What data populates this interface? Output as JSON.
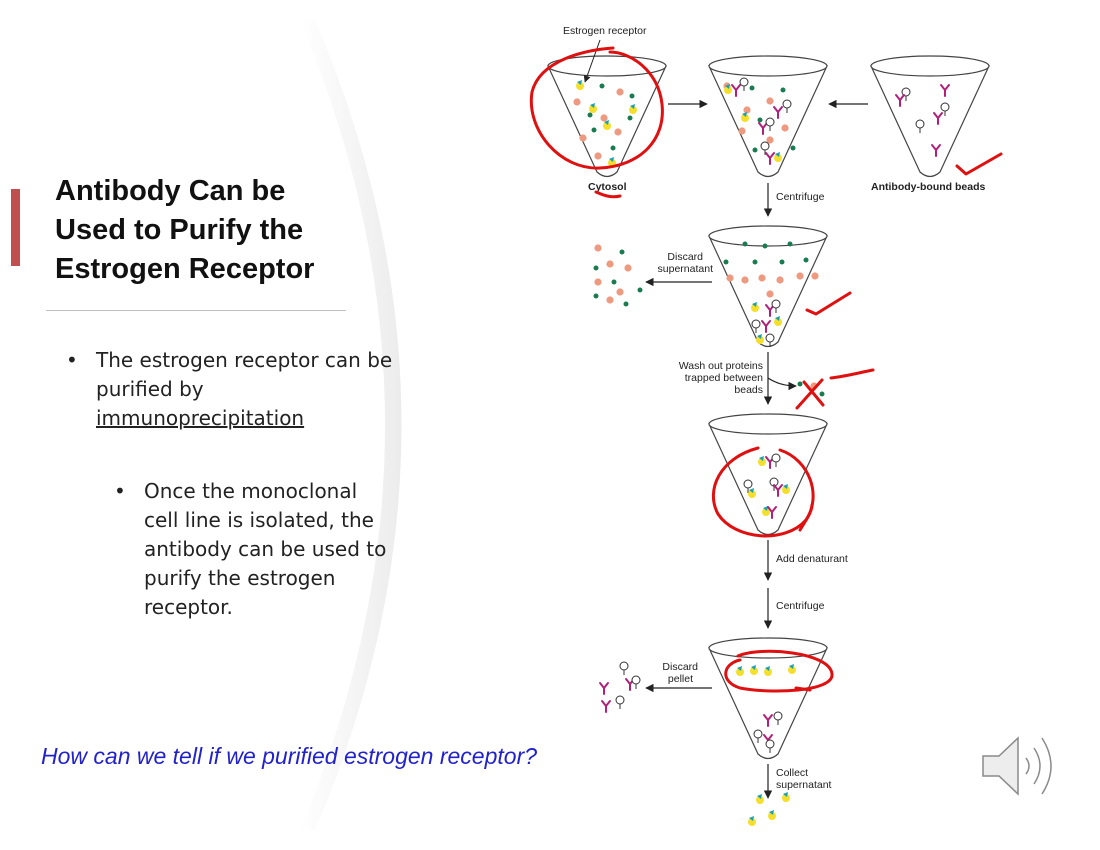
{
  "slide": {
    "title": "Antibody Can be Used to Purify the Estrogen Receptor",
    "bullet1_prefix": "The estrogen receptor can be purified by",
    "bullet1_term": "immunoprecipitation",
    "bullet2": "Once the monoclonal cell line is isolated, the antibody can be used to purify the estrogen receptor.",
    "question": "How can we tell if we purified estrogen receptor?",
    "bullet_glyph": "•",
    "accent_color": "#c0504d",
    "question_color": "#2222cc",
    "annotation_color": "#e01010"
  },
  "diagram": {
    "estrogen_receptor": "Estrogen receptor",
    "cytosol": "Cytosol",
    "antibody_beads": "Antibody-bound beads",
    "centrifuge1": "Centrifuge",
    "discard_supernatant": [
      "Discard",
      "supernatant"
    ],
    "wash": [
      "Wash out proteins",
      "trapped between",
      "beads"
    ],
    "add_denaturant": "Add denaturant",
    "centrifuge2": "Centrifuge",
    "discard_pellet": [
      "Discard",
      "pellet"
    ],
    "collect_supernatant": [
      "Collect",
      "supernatant"
    ]
  },
  "icons": {
    "speaker": "speaker-icon"
  }
}
